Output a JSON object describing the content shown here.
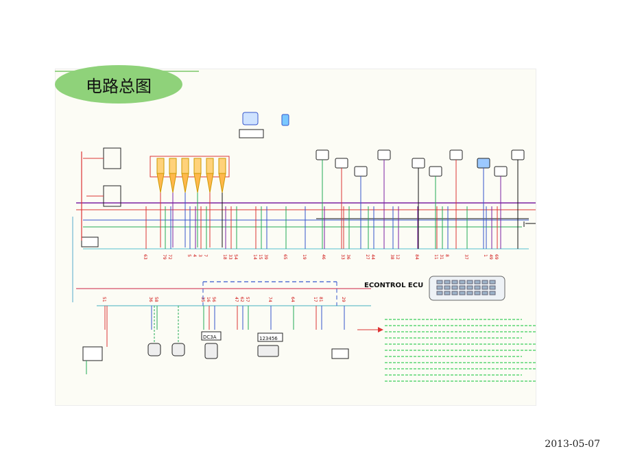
{
  "slide": {
    "title": "电路总图",
    "date": "2013-05-07"
  },
  "diagram": {
    "ecu_label": "ECONTROL  ECU",
    "connector_left": "DC3A",
    "connector_right": "123456",
    "pin_groups": [
      {
        "pins": [
          "63"
        ]
      },
      {
        "pins": [
          "79",
          "72"
        ]
      },
      {
        "pins": [
          "5",
          "4",
          "3",
          "7"
        ]
      },
      {
        "pins": [
          "18",
          "33",
          "54"
        ]
      },
      {
        "pins": [
          "14",
          "15",
          "39"
        ]
      },
      {
        "pins": [
          "65"
        ]
      },
      {
        "pins": [
          "19"
        ]
      },
      {
        "pins": [
          "46"
        ]
      },
      {
        "pins": [
          "33",
          "36"
        ]
      },
      {
        "pins": [
          "27",
          "44"
        ]
      },
      {
        "pins": [
          "38",
          "12"
        ]
      },
      {
        "pins": [
          "84"
        ]
      },
      {
        "pins": [
          "11",
          "31",
          "8"
        ]
      },
      {
        "pins": [
          "37"
        ]
      },
      {
        "pins": [
          "1",
          "49",
          "69"
        ]
      }
    ],
    "lower_pins": [
      {
        "pins": [
          "51"
        ]
      },
      {
        "pins": [
          "36",
          "58"
        ]
      },
      {
        "pins": [
          "35",
          "16",
          "56"
        ]
      },
      {
        "pins": [
          "47",
          "62",
          "57"
        ]
      },
      {
        "pins": [
          "74"
        ]
      },
      {
        "pins": [
          "64"
        ]
      },
      {
        "pins": [
          "17",
          "81"
        ]
      },
      {
        "pins": [
          "29"
        ]
      }
    ]
  }
}
